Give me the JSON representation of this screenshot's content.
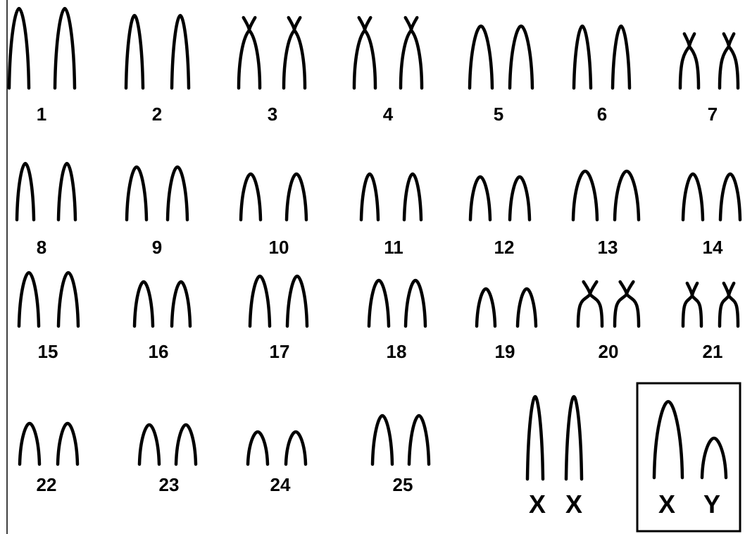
{
  "karyotype": {
    "pairs": [
      {
        "label": "1",
        "shape": "arch"
      },
      {
        "label": "2",
        "shape": "arch"
      },
      {
        "label": "3",
        "shape": "cross"
      },
      {
        "label": "4",
        "shape": "cross"
      },
      {
        "label": "5",
        "shape": "arch"
      },
      {
        "label": "6",
        "shape": "arch"
      },
      {
        "label": "7",
        "shape": "cross"
      },
      {
        "label": "8",
        "shape": "arch"
      },
      {
        "label": "9",
        "shape": "arch"
      },
      {
        "label": "10",
        "shape": "arch"
      },
      {
        "label": "11",
        "shape": "arch"
      },
      {
        "label": "12",
        "shape": "arch"
      },
      {
        "label": "13",
        "shape": "arch"
      },
      {
        "label": "14",
        "shape": "arch"
      },
      {
        "label": "15",
        "shape": "arch"
      },
      {
        "label": "16",
        "shape": "arch"
      },
      {
        "label": "17",
        "shape": "arch"
      },
      {
        "label": "18",
        "shape": "arch"
      },
      {
        "label": "19",
        "shape": "arch"
      },
      {
        "label": "20",
        "shape": "cross"
      },
      {
        "label": "21",
        "shape": "cross"
      },
      {
        "label": "22",
        "shape": "arch"
      },
      {
        "label": "23",
        "shape": "arch"
      },
      {
        "label": "24",
        "shape": "arch"
      },
      {
        "label": "25",
        "shape": "arch"
      }
    ],
    "sex_xx": [
      "X",
      "X"
    ],
    "sex_xy": [
      "X",
      "Y"
    ],
    "stroke_color": "#000000",
    "background": "#ffffff"
  }
}
